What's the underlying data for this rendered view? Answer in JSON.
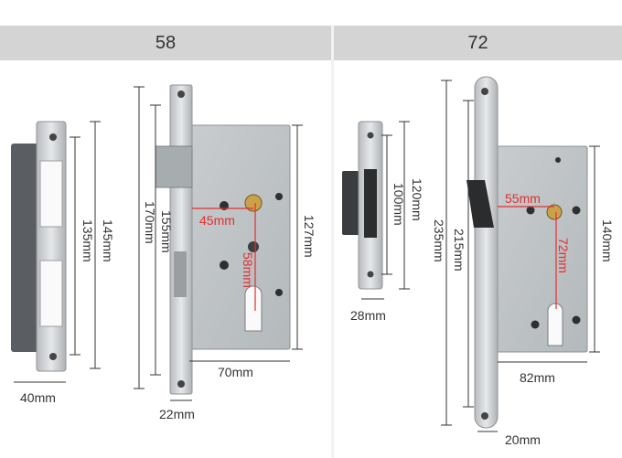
{
  "headers": {
    "left": "58",
    "right": "72"
  },
  "left_dims": {
    "strike_width": "40mm",
    "strike_inner": "135mm",
    "strike_outer": "145mm",
    "body_height": "155mm",
    "faceplate_height": "170mm",
    "backset": "45mm",
    "center": "58mm",
    "case_height": "127mm",
    "case_width": "70mm",
    "faceplate_width": "22mm"
  },
  "right_dims": {
    "strike_width": "28mm",
    "strike_inner": "100mm",
    "strike_outer": "120mm",
    "faceplate_height": "235mm",
    "body_height": "215mm",
    "backset": "55mm",
    "center": "72mm",
    "case_height": "140mm",
    "case_width": "82mm",
    "faceplate_width": "20mm"
  },
  "colors": {
    "header_bg": "#d4d4d4",
    "dim_red": "#e03030",
    "metal": "#c9cdd0"
  }
}
